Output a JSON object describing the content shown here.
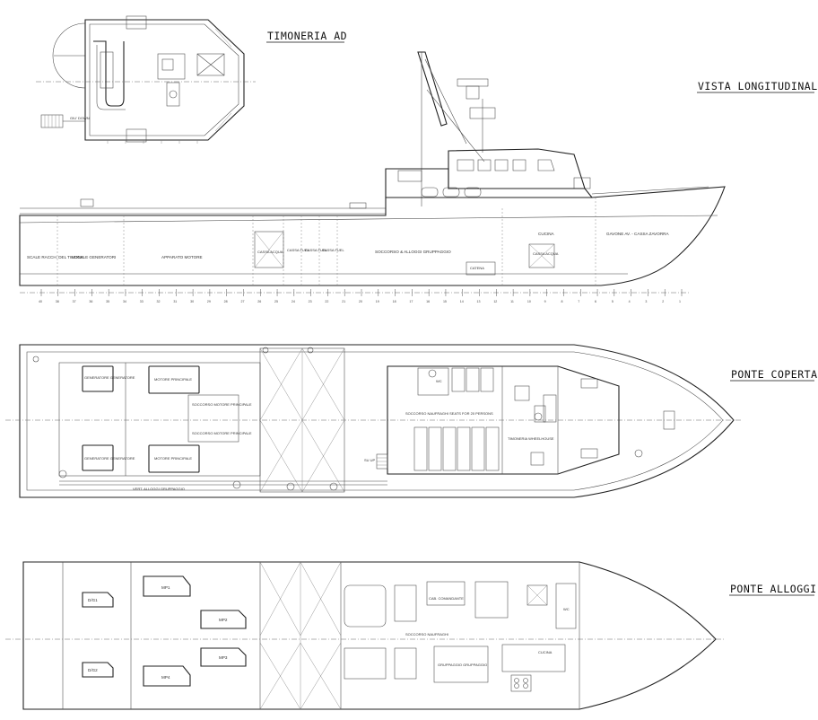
{
  "views": {
    "wheelhouse_title": "TIMONERIA AD",
    "profile_title": "VISTA LONGITUDINALE",
    "main_deck_title": "PONTE COPERTA",
    "accommodation_deck_title": "PONTE ALLOGGI"
  },
  "wheelhouse": {
    "stair_label": "GIU' DOWN"
  },
  "profile": {
    "compartments": [
      "SCALE RACCH. DEL TIMONE",
      "LOCALE GENERATORI",
      "APPARATO MOTORE",
      "CASSA ACQUA",
      "CASSA FUEL",
      "CASSA FUEL",
      "CASSA FUEL",
      "SOCCORSO & ALLOGGI GRUPPAGGIO",
      "CUCINA",
      "GAVONE AV. - CASSA ZAVORRA",
      "CATENA",
      "CASSA ACQUA"
    ],
    "frame_numbers": [
      "40",
      "38",
      "37",
      "36",
      "35",
      "34",
      "33",
      "32",
      "31",
      "30",
      "29",
      "28",
      "27",
      "26",
      "25",
      "24",
      "23",
      "22",
      "21",
      "20",
      "19",
      "18",
      "17",
      "16",
      "15",
      "14",
      "13",
      "12",
      "11",
      "10",
      "9",
      "8",
      "7",
      "6",
      "5",
      "4",
      "3",
      "2",
      "1"
    ]
  },
  "main_deck": {
    "labels": [
      "GENERATORE GENERATORE",
      "MOTORE PRINCIPALE",
      "SOCCORSO MOTORE PRINCIPALE",
      "SOCCORSO MOTORE PRINCIPALE",
      "GENERATORE GENERATORE",
      "MOTORE PRINCIPALE",
      "VERT. ALLOGGI GRUPPAGGIO",
      "SU UP",
      "WC",
      "SOCCORSO NAUFRAGHI SEATS FOR 20 PERSONS",
      "TIMONERIA WHEELHOUSE"
    ]
  },
  "accommodation_deck": {
    "labels": [
      "D/G1",
      "D/G2",
      "MP1",
      "MP2",
      "MP3",
      "MP4",
      "CAB. COMANDANTE",
      "SOCCORSO NAUFRAGHI",
      "GRUPPAGGIO GRUPPAGGIO",
      "CUCINA",
      "WC"
    ]
  }
}
